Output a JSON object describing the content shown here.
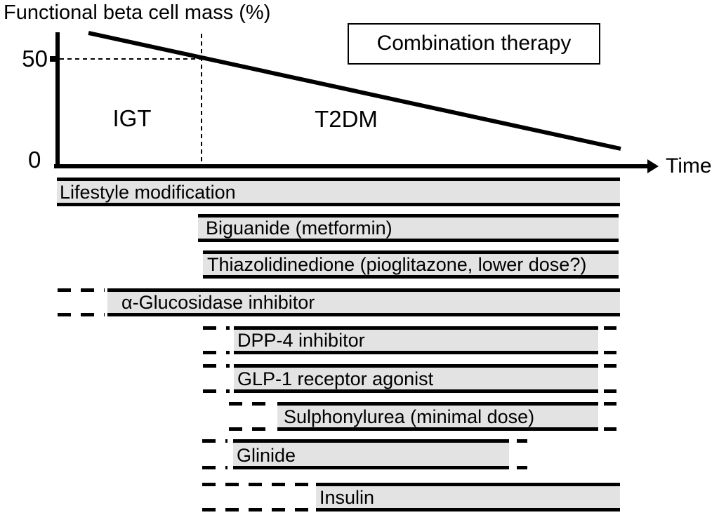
{
  "figure": {
    "y_axis_label": "Functional beta cell mass (%)",
    "x_axis_label": "Time",
    "y_tick_upper": "50",
    "y_tick_lower": "0",
    "stage_left": "IGT",
    "stage_right": "T2DM",
    "callout": "Combination therapy"
  },
  "chart_data": {
    "type": "line",
    "ylabel": "Functional beta cell mass (%)",
    "xlabel": "Time",
    "yticks": [
      0,
      50
    ],
    "series": [
      {
        "name": "Functional beta cell mass",
        "description": "Straight declining line from about 62% at early IGT to about 12% at late T2DM; crosses 50% at the IGT/T2DM boundary marked by a vertical dashed line, with a horizontal dashed guide at 50%."
      }
    ],
    "regions": [
      "IGT",
      "T2DM"
    ]
  },
  "therapies": [
    {
      "label": "Lifestyle modification",
      "starts_dashed": false,
      "ends_dashed": false
    },
    {
      "label": "Biguanide (metformin)",
      "starts_dashed": false,
      "ends_dashed": false
    },
    {
      "label": "Thiazolidinedione (pioglitazone, lower dose?)",
      "starts_dashed": false,
      "ends_dashed": false
    },
    {
      "label": "α-Glucosidase inhibitor",
      "starts_dashed": true,
      "ends_dashed": false
    },
    {
      "label": "DPP-4 inhibitor",
      "starts_dashed": true,
      "ends_dashed": true
    },
    {
      "label": "GLP-1 receptor agonist",
      "starts_dashed": true,
      "ends_dashed": true
    },
    {
      "label": "Sulphonylurea (minimal dose)",
      "starts_dashed": true,
      "ends_dashed": true
    },
    {
      "label": "Glinide",
      "starts_dashed": true,
      "ends_dashed": true
    },
    {
      "label": "Insulin",
      "starts_dashed": true,
      "ends_dashed": false
    }
  ],
  "colors": {
    "bar_fill": "#e3e3e3",
    "line": "#000000",
    "background": "#ffffff"
  }
}
